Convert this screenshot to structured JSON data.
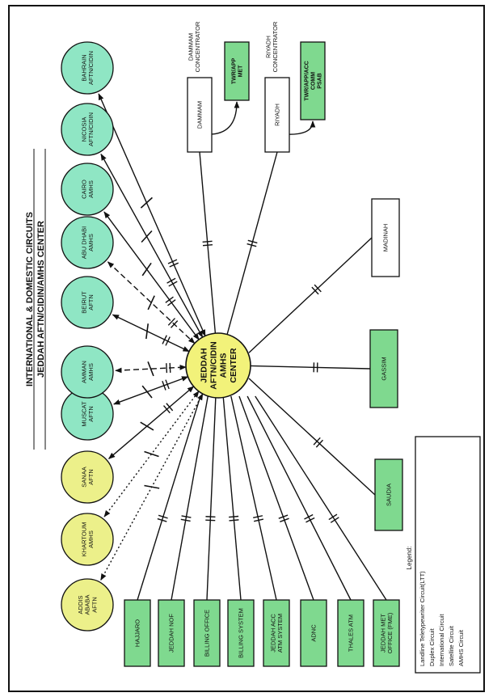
{
  "title": {
    "line1": "INTERNATIONAL & DOMESTIC CIRCUITS",
    "line2": "JEDDAH AFTN/CIDIN/AMHS CENTER"
  },
  "center": {
    "lines": [
      "JEDDAH",
      "AFTN/CIDIN",
      "AMHS",
      "CENTER"
    ]
  },
  "international_nodes": [
    {
      "lines": [
        "ADDIS",
        "ABABA",
        "AFTN"
      ],
      "fill": "#ecf08a",
      "link": "satellite"
    },
    {
      "lines": [
        "KHARTOUM",
        "AMHS"
      ],
      "fill": "#ecf08a",
      "link": "satellite"
    },
    {
      "lines": [
        "SANAA",
        "AFTN"
      ],
      "fill": "#ecf08a",
      "link": "international"
    },
    {
      "lines": [
        "MUSCAT",
        "AFTN"
      ],
      "fill": "#8fe6c4",
      "link": "international"
    },
    {
      "lines": [
        "AMMAN",
        "AMHS"
      ],
      "fill": "#8fe6c4",
      "link": "amhs"
    },
    {
      "lines": [
        "BEIRUT",
        "AFTN"
      ],
      "fill": "#8fe6c4",
      "link": "international"
    },
    {
      "lines": [
        "ABU DHABI",
        "AMHS"
      ],
      "fill": "#8fe6c4",
      "link": "amhs"
    },
    {
      "lines": [
        "CAIRO",
        "AMHS"
      ],
      "fill": "#8fe6c4",
      "link": "international"
    },
    {
      "lines": [
        "NICOSIA",
        "AFTN/CIDIN"
      ],
      "fill": "#8fe6c4",
      "link": "international"
    },
    {
      "lines": [
        "BAHRAIN",
        "AFTN/CIDIN"
      ],
      "fill": "#8fe6c4",
      "link": "international"
    }
  ],
  "domestic_nodes": [
    {
      "lines": [
        "HAJJARO"
      ],
      "fill": "#7fd98f"
    },
    {
      "lines": [
        "JEDDAH NOF"
      ],
      "fill": "#7fd98f"
    },
    {
      "lines": [
        "BILLING OFFICE"
      ],
      "fill": "#7fd98f"
    },
    {
      "lines": [
        "BILLING SYSTEM"
      ],
      "fill": "#7fd98f"
    },
    {
      "lines": [
        "JEDDAH ACC",
        "ATM SYSTEM"
      ],
      "fill": "#7fd98f"
    },
    {
      "lines": [
        "ADNC"
      ],
      "fill": "#7fd98f"
    },
    {
      "lines": [
        "THALES ATM"
      ],
      "fill": "#7fd98f"
    },
    {
      "lines": [
        "JEDDAH MET",
        "OFFICE (FME)"
      ],
      "fill": "#7fd98f"
    }
  ],
  "right_nodes": [
    {
      "lines": [
        "SAUDIA"
      ],
      "fill": "#7fd98f"
    },
    {
      "lines": [
        "GASSIM"
      ],
      "fill": "#7fd98f"
    },
    {
      "lines": [
        "MADINAH"
      ],
      "fill": "#ffffff"
    }
  ],
  "concentrators": [
    {
      "caption": [
        "DAMMAM",
        "CONCENTRATOR"
      ],
      "box": [
        "DAMMAM"
      ],
      "box_fill": "#ffffff",
      "sub": [
        "TWR/APP",
        "MET"
      ],
      "sub_fill": "#7fd98f"
    },
    {
      "caption": [
        "RIYADH",
        "CONCENTRATOR"
      ],
      "box": [
        "RIYADH"
      ],
      "box_fill": "#ffffff",
      "sub": [
        "TWR/APP/ACC",
        "COMM",
        "PSAB"
      ],
      "sub_fill": "#7fd98f"
    }
  ],
  "legend": {
    "title": "Legend:",
    "items": [
      "Landline Teletypewriter Circuit(LTT)",
      "Duplex Circuit",
      "International Circuit",
      "Satellite Circuit",
      "AMHS Circuit"
    ]
  },
  "colors": {
    "international_green": "#8fe6c4",
    "international_yellow": "#ecf08a",
    "domestic_green": "#7fd98f",
    "center_yellow": "#f2f27a",
    "line": "#111111"
  }
}
